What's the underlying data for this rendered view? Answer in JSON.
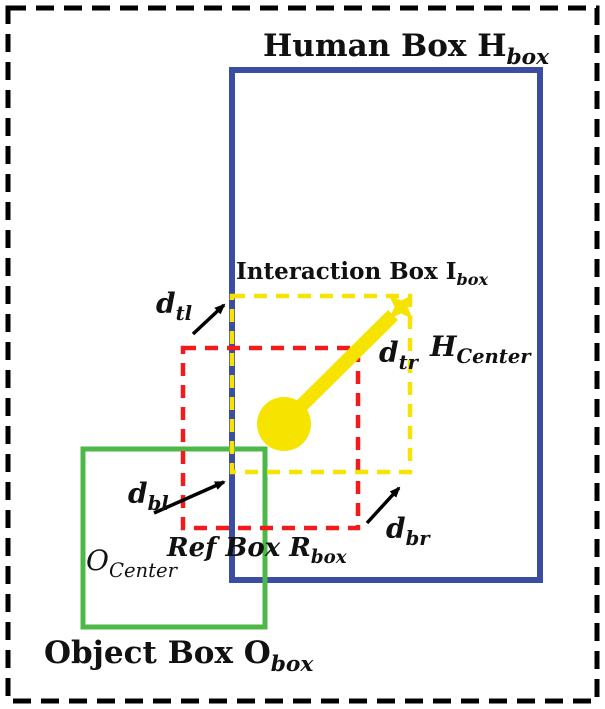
{
  "figure": {
    "labels": {
      "human_box": {
        "text": "Human Box H",
        "sub": "box"
      },
      "interaction_box": {
        "text": "Interaction Box I",
        "sub": "box"
      },
      "ref_box": {
        "text": "Ref Box R",
        "sub": "box"
      },
      "object_box": {
        "text": "Object Box O",
        "sub": "box"
      },
      "h_center": {
        "text": "H",
        "sub": "Center"
      },
      "o_center": {
        "text": "O",
        "sub": "Center"
      },
      "d_tl": {
        "text": "d",
        "sub": "tl"
      },
      "d_tr": {
        "text": "d",
        "sub": "tr"
      },
      "d_bl": {
        "text": "d",
        "sub": "bl"
      },
      "d_br": {
        "text": "d",
        "sub": "br"
      }
    },
    "colors": {
      "border": "#000000",
      "human_box": "#3a4da0",
      "object_box": "#4db848",
      "ref_box": "#f21a1a",
      "interaction_box": "#f6e400",
      "arrow": "#000000",
      "background": "#ffffff"
    }
  }
}
